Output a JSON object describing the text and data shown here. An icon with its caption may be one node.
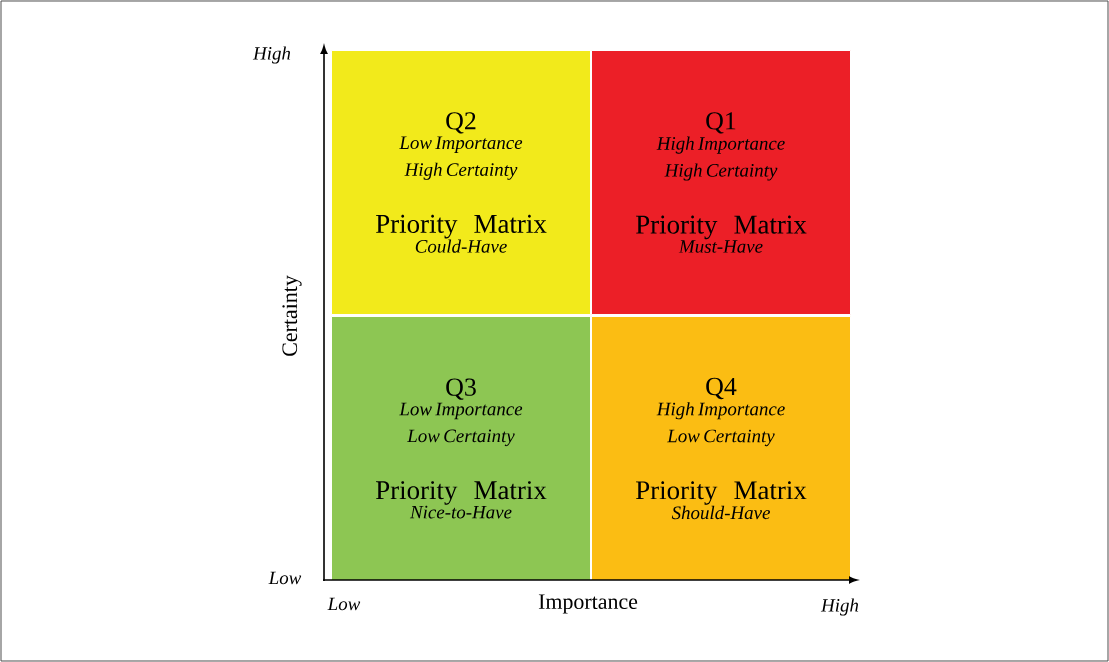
{
  "diagram": {
    "nodes": [
      {
        "text": [
          "Q2",
          "Low Importance High Certainty",
          "Priority Matrix",
          "Could-Have"
        ]
      },
      {
        "text": [
          "Q1",
          "High Importance High Certainty",
          "Priority Matrix",
          "Must-Have"
        ]
      },
      {
        "text": [
          "Q3",
          "Low Importance Low Certainty",
          "Priority Matrix",
          "Nice-to-Have"
        ]
      },
      {
        "text": [
          "Q4",
          "High Importance Low Certainty",
          "Priority Matrix",
          "Should-Have"
        ]
      }
    ],
    "labels": [
      "High",
      "Certainty",
      "Low",
      "Low",
      "Importance",
      "High"
    ]
  }
}
